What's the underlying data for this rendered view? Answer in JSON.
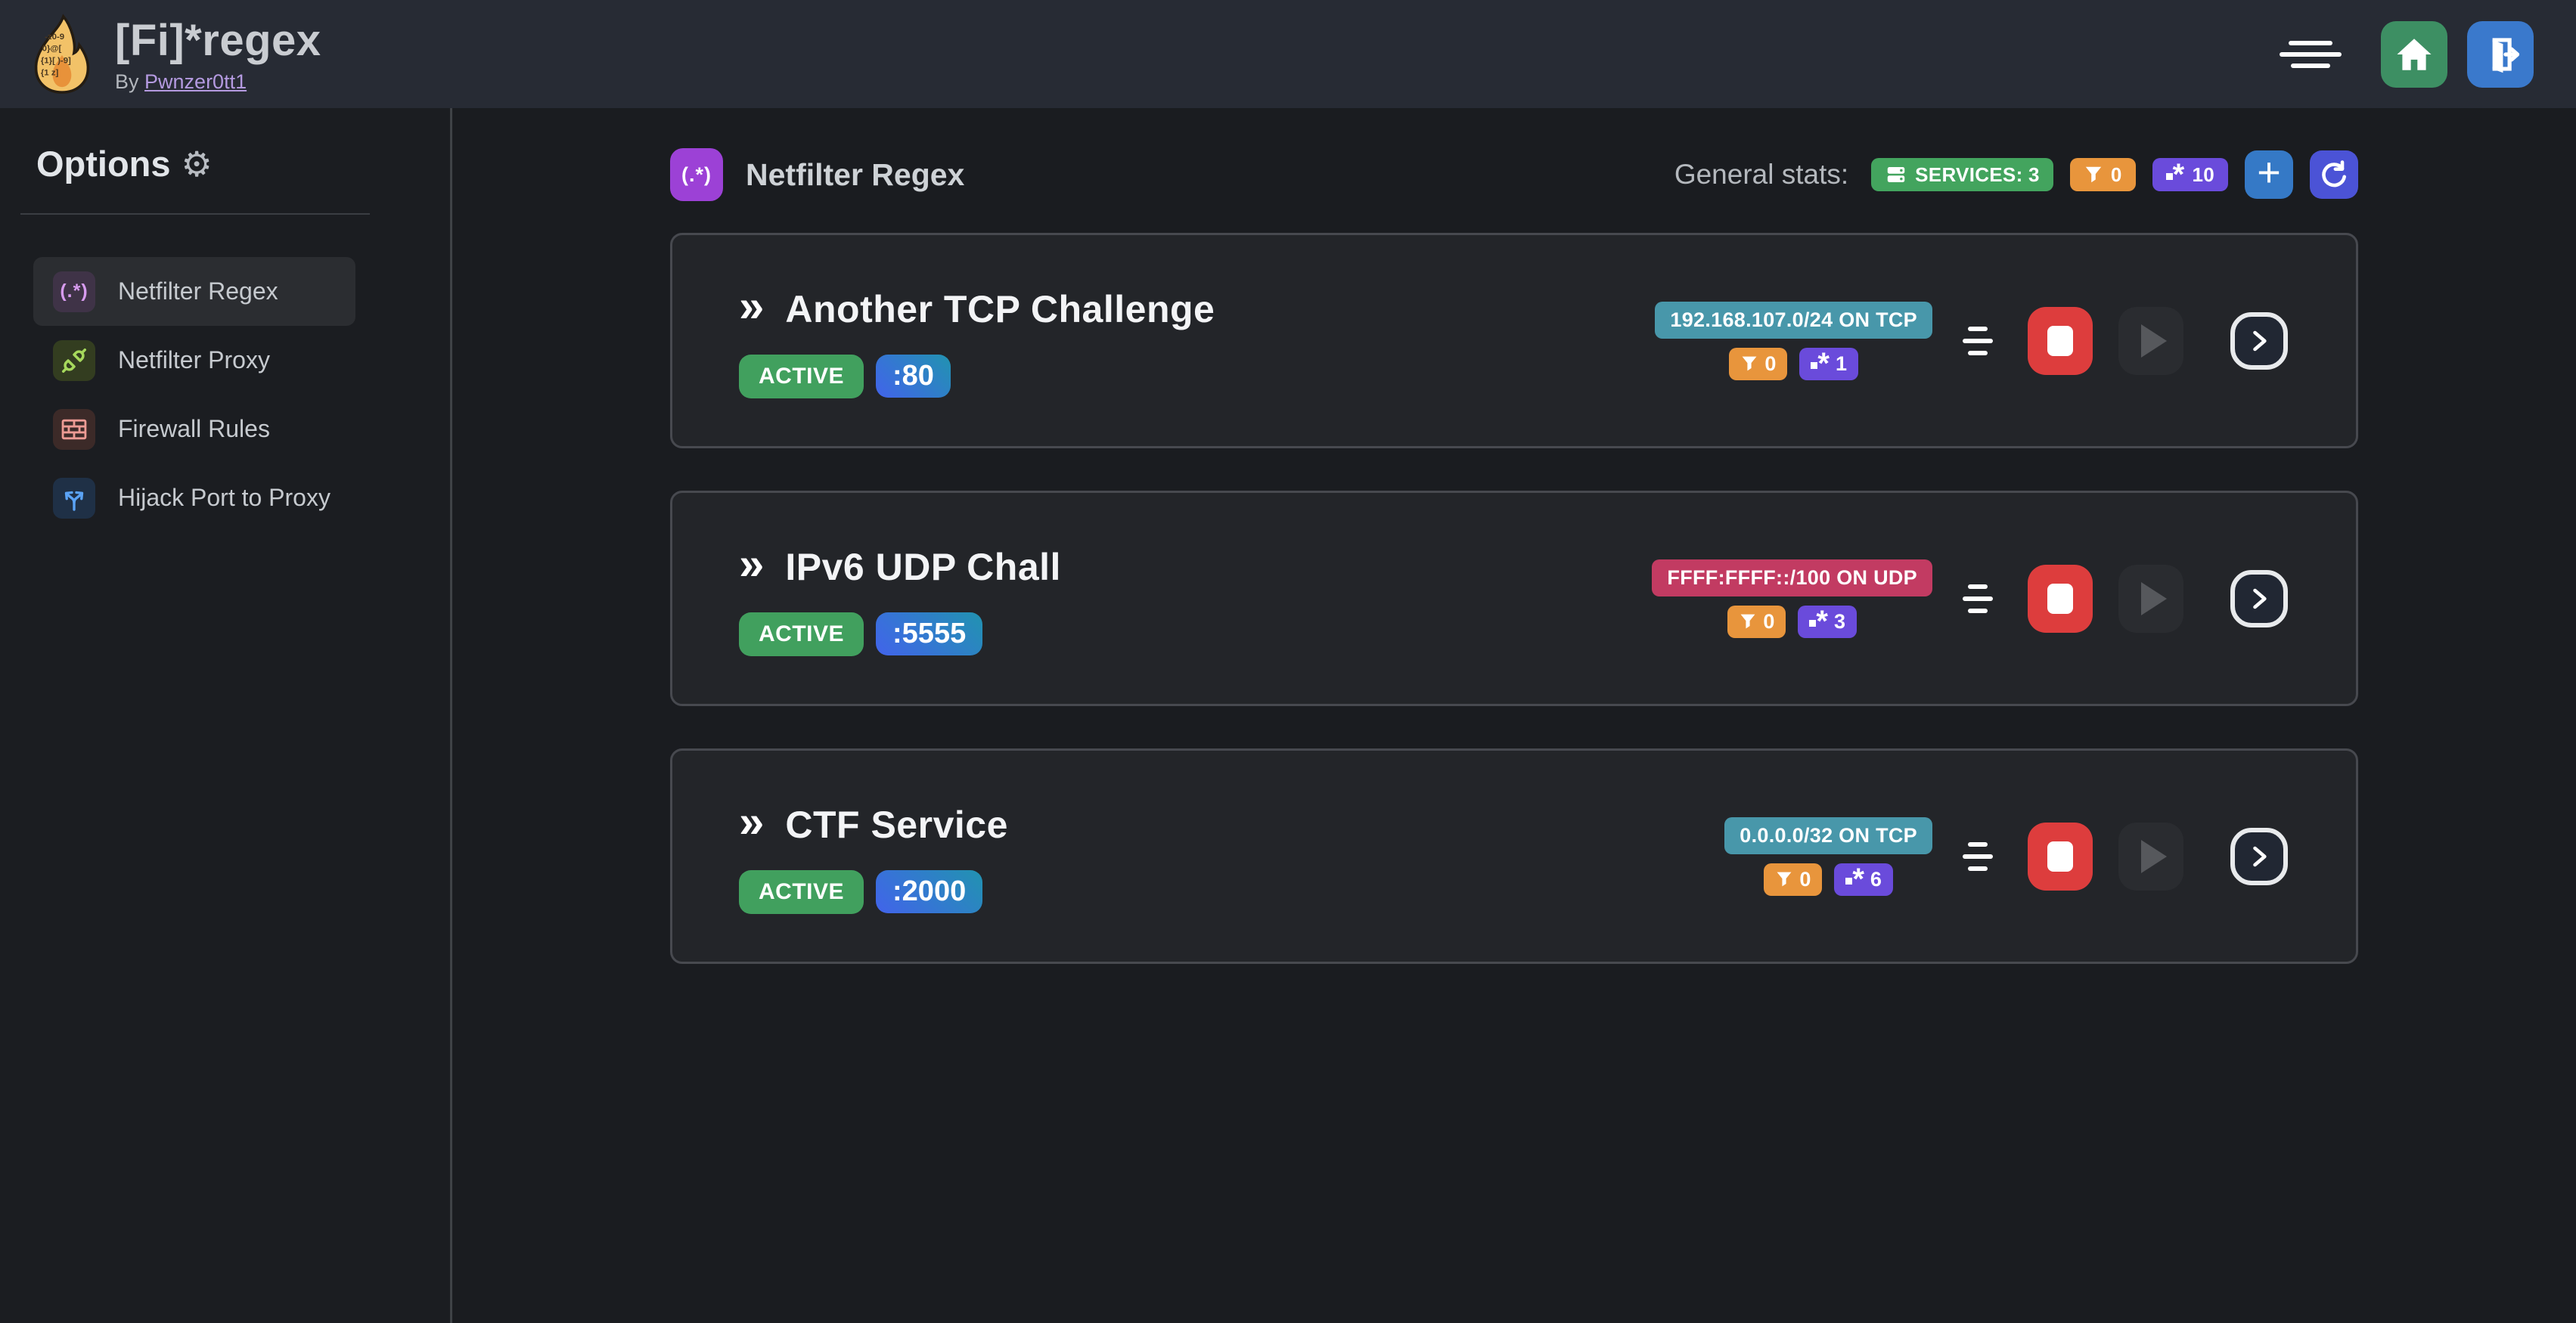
{
  "header": {
    "title": "[Fi]*regex",
    "byline": "By",
    "author": "Pwnzer0tt1",
    "logo_icon": "flame-regex-logo",
    "actions": {
      "menu_icon": "list-details-icon",
      "home_icon": "home-icon",
      "logout_icon": "logout-icon"
    }
  },
  "sidebar": {
    "title": "Options",
    "gear": "⚙",
    "items": [
      {
        "label": "Netfilter Regex",
        "icon": "regex-icon",
        "active": true
      },
      {
        "label": "Netfilter Proxy",
        "icon": "plug-icon",
        "active": false
      },
      {
        "label": "Firewall Rules",
        "icon": "brick-wall-icon",
        "active": false
      },
      {
        "label": "Hijack Port to Proxy",
        "icon": "split-arrows-icon",
        "active": false
      }
    ]
  },
  "main": {
    "icon_text": "(.*)",
    "section_title": "Netfilter Regex",
    "stats_label": "General stats:",
    "card_prefix": "»",
    "stats": {
      "services": "SERVICES: 3",
      "filters": "0",
      "regexes": "10"
    }
  },
  "services": [
    {
      "name": "Another TCP Challenge",
      "status": "ACTIVE",
      "port": ":80",
      "cidr": "192.168.107.0/24 ON TCP",
      "cidr_color": "#4897aa",
      "filters": "0",
      "regexes": "1"
    },
    {
      "name": "IPv6 UDP Chall",
      "status": "ACTIVE",
      "port": ":5555",
      "cidr": "FFFF:FFFF::/100 ON UDP",
      "cidr_color": "#c23b62",
      "filters": "0",
      "regexes": "3"
    },
    {
      "name": "CTF Service",
      "status": "ACTIVE",
      "port": ":2000",
      "cidr": "0.0.0.0/32 ON TCP",
      "cidr_color": "#4897aa",
      "filters": "0",
      "regexes": "6"
    }
  ],
  "colors": {
    "header_bg": "#272b34",
    "page_bg": "#1a1c20",
    "card_bg": "#232529",
    "active_green": "#41a05e",
    "services_green": "#43a45e",
    "filter_orange": "#e8953c",
    "regex_violet": "#6a4bdb",
    "teal_badge": "#4897aa",
    "raspberry_badge": "#c23b62",
    "stop_red": "#dd3d3d",
    "home_green": "#3d8f63",
    "logout_blue": "#3a79cc",
    "add_blue": "#3579c6",
    "refresh_indigo": "#4b53d6",
    "section_purple": "#9c41d6",
    "port_gradient_from": "#4263eb",
    "port_gradient_to": "#2193b0"
  }
}
